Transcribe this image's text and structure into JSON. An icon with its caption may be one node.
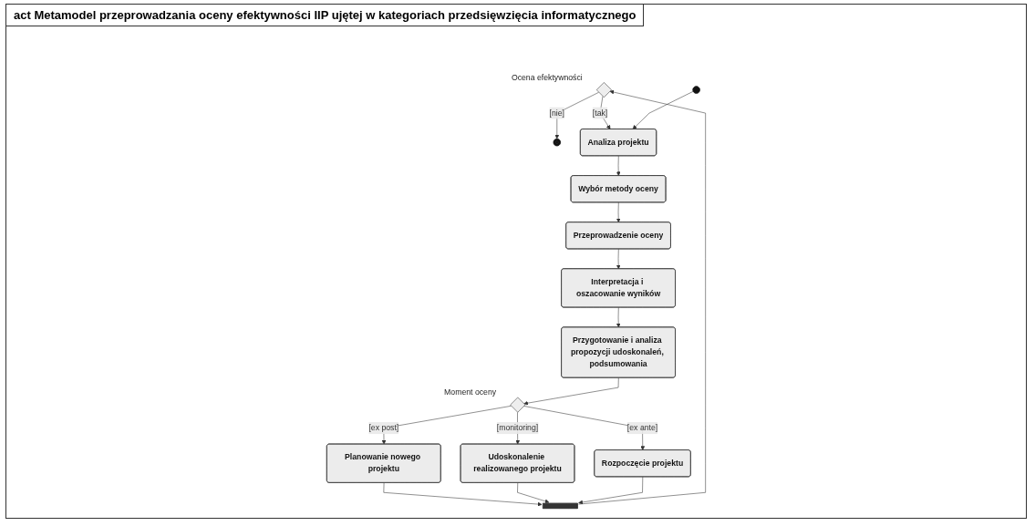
{
  "diagram": {
    "title": "act Metamodel przeprowadzania oceny efektywności IIP ujętej w kategoriach przedsięwzięcia informatycznego",
    "nodes": [
      {
        "text": [],
        "shape": "circle"
      },
      {
        "text": [],
        "shape": "diamond",
        "beside": [
          "Ocena efektywności"
        ]
      },
      {
        "text": [],
        "shape": "bar"
      },
      {
        "text": [],
        "shape": "circle"
      },
      {
        "text": [
          "Udoskonalenie realizowanego projektu"
        ]
      },
      {
        "text": [
          "Analiza projektu"
        ]
      },
      {
        "text": [
          "Rozpoczęcie projektu"
        ]
      },
      {
        "text": [
          "Planowanie nowego projektu"
        ]
      },
      {
        "text": [],
        "shape": "diamond",
        "beside": [
          "Moment oceny"
        ]
      },
      {
        "text": [
          "Wybór metody oceny"
        ]
      },
      {
        "text": [
          "Przygotowanie i analiza propozycji udoskonaleń, podsumowania"
        ]
      },
      {
        "text": [
          "Interpretacja i oszacowanie wyników"
        ]
      },
      {
        "text": [
          "Przeprowadzenie oceny"
        ]
      }
    ],
    "edges": [
      {
        "from": 1,
        "to": 0,
        "arrow": "to",
        "label": "[nie]"
      },
      {
        "from": 1,
        "to": 5,
        "arrow": "to",
        "label": "[tak]"
      },
      {
        "from": 2,
        "to": 1,
        "arrow": "to"
      },
      {
        "from": 7,
        "to": 2,
        "arrow": "to"
      },
      {
        "from": 4,
        "to": 2,
        "arrow": "to"
      },
      {
        "from": 6,
        "to": 2,
        "arrow": "to"
      },
      {
        "from": 3,
        "to": 5,
        "arrow": "to"
      },
      {
        "from": 5,
        "to": 9,
        "arrow": "to"
      },
      {
        "from": 9,
        "to": 12,
        "arrow": "to"
      },
      {
        "from": 12,
        "to": 11,
        "arrow": "to"
      },
      {
        "from": 11,
        "to": 10,
        "arrow": "to"
      },
      {
        "from": 10,
        "to": 8,
        "arrow": "to"
      },
      {
        "from": 8,
        "to": 4,
        "arrow": "to",
        "label": "[monitoring]"
      },
      {
        "from": 8,
        "to": 7,
        "arrow": "to",
        "label": "[ex post]"
      },
      {
        "from": 8,
        "to": 6,
        "arrow": "to",
        "label": "[ex ante]"
      }
    ]
  }
}
